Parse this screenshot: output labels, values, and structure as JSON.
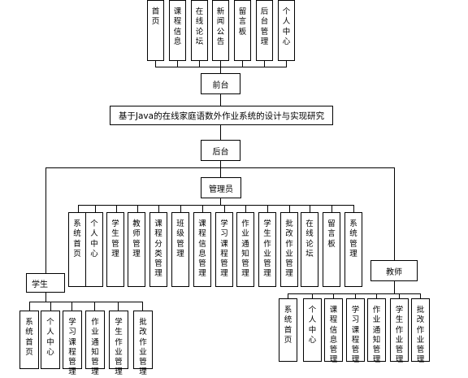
{
  "diagram": {
    "root": "基于Java的在线家庭语数外作业系统的设计与实现研究",
    "frontend": {
      "label": "前台",
      "modules": [
        "首页",
        "课程信息",
        "在线论坛",
        "新闻公告",
        "留言板",
        "后台管理",
        "个人中心"
      ]
    },
    "backend": {
      "label": "后台"
    },
    "admin": {
      "label": "管理员",
      "modules": [
        "系统首页",
        "个人中心",
        "学生管理",
        "教师管理",
        "课程分类管理",
        "班级管理",
        "课程信息管理",
        "学习课程管理",
        "作业通知管理",
        "学生作业管理",
        "批改作业管理",
        "在线论坛",
        "留言板",
        "系统管理"
      ]
    },
    "student": {
      "label": "学生",
      "modules": [
        "系统首页",
        "个人中心",
        "学习课程管理",
        "作业通知管理",
        "学生作业管理",
        "批改作业管理"
      ]
    },
    "teacher": {
      "label": "教师",
      "modules": [
        "系统首页",
        "个人中心",
        "课程信息管理",
        "学习课程管理",
        "作业通知管理",
        "学生作业管理",
        "批改作业管理"
      ]
    }
  }
}
